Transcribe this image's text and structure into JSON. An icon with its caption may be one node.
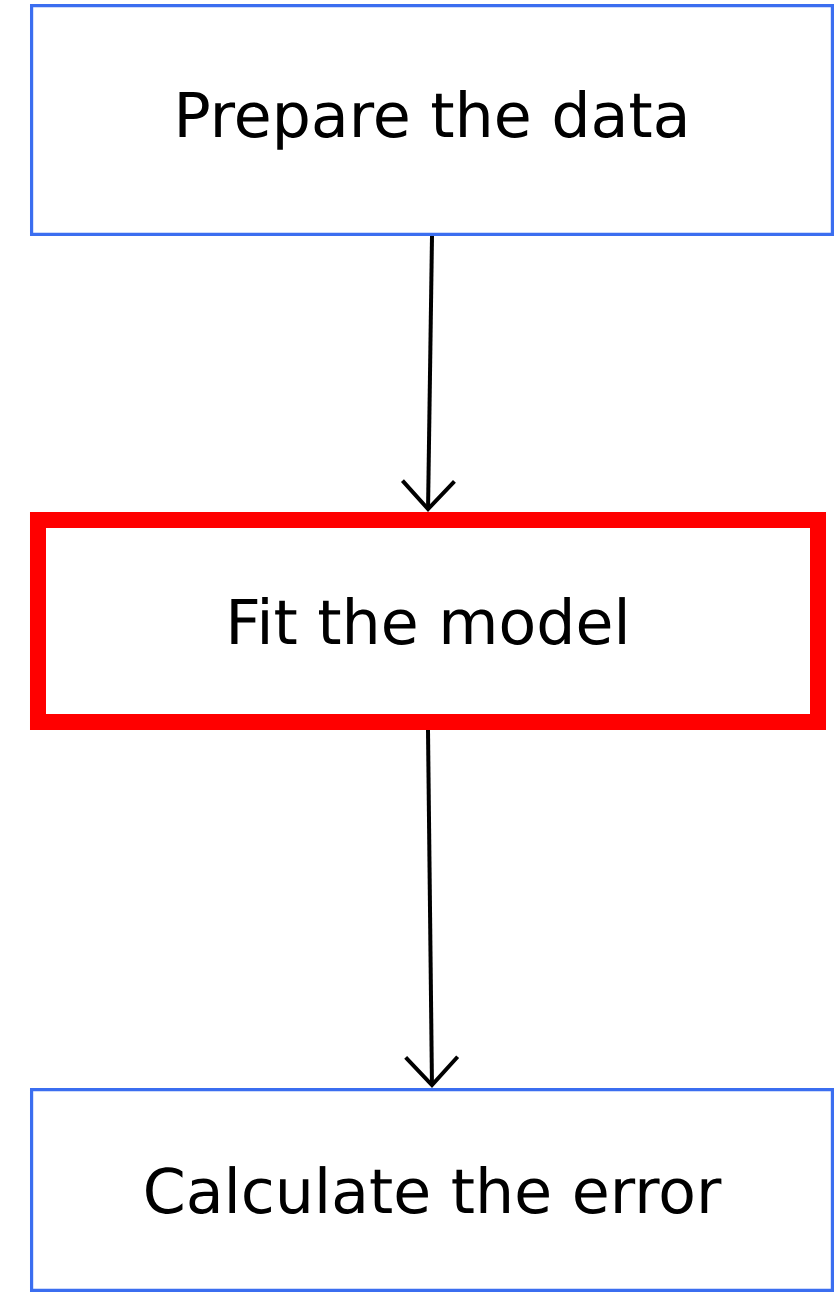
{
  "diagram": {
    "nodes": [
      {
        "text": [
          "Prepare the data"
        ]
      },
      {
        "text": [
          "Fit the model"
        ]
      },
      {
        "text": [
          "Calculate the error"
        ]
      }
    ],
    "edges": [
      {
        "from": 0,
        "to": 1,
        "arrow": "to"
      },
      {
        "from": 1,
        "to": 2,
        "arrow": "to"
      }
    ]
  }
}
